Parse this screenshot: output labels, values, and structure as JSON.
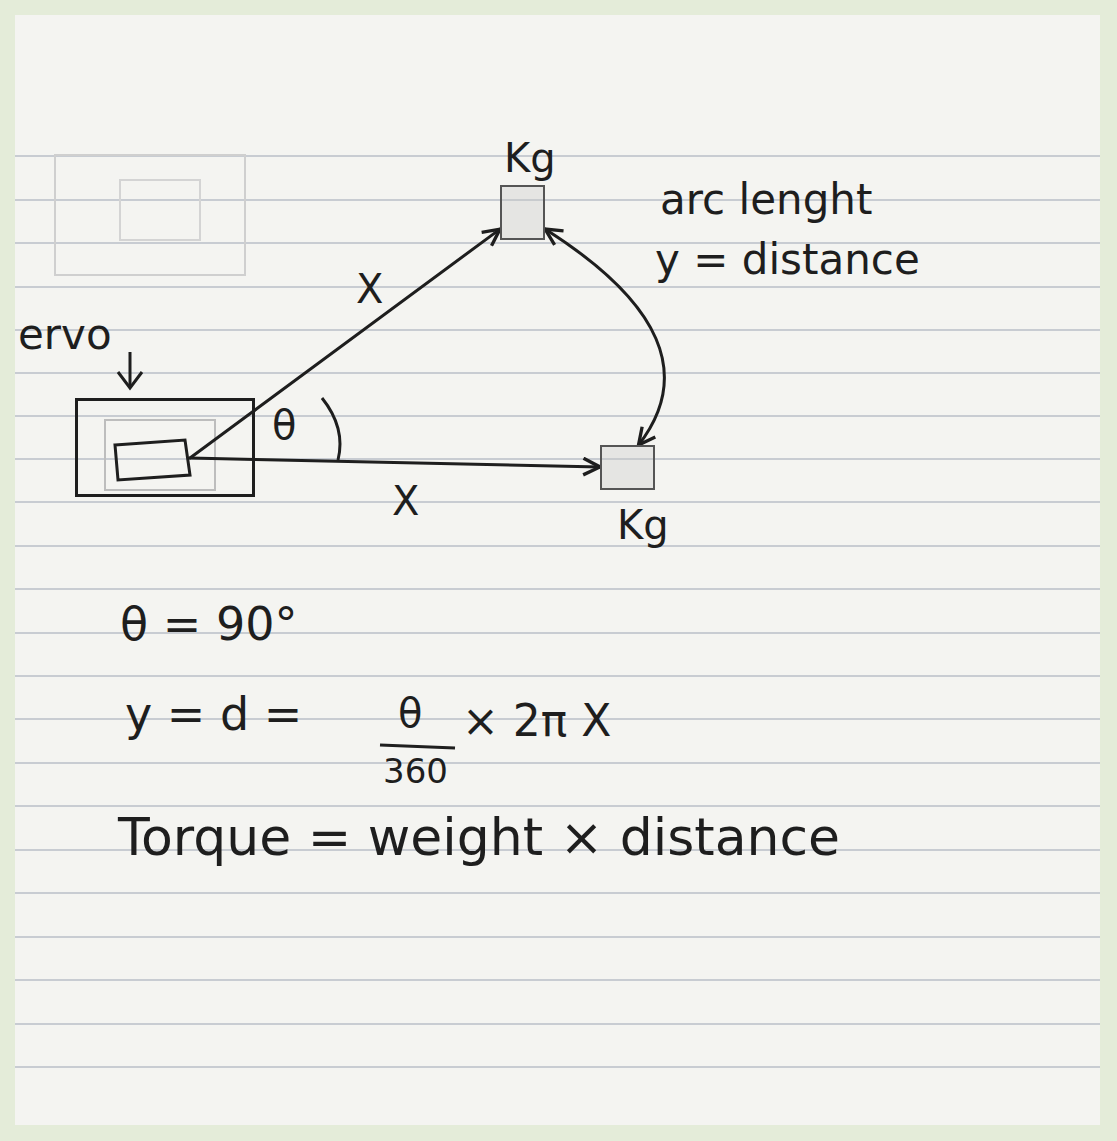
{
  "diagram": {
    "nodes": [
      {
        "text": [
          "ervo"
        ]
      },
      {
        "text": [
          "Kg"
        ]
      },
      {
        "text": [
          "Kg"
        ]
      }
    ],
    "edges": [
      {
        "from": 0,
        "to": 1,
        "arrow": "to",
        "label": "X"
      },
      {
        "from": 0,
        "to": 2,
        "arrow": "to",
        "label": "X"
      },
      {
        "from": 1,
        "to": 2,
        "arrow": "both"
      }
    ],
    "labels": [
      "arc lenght",
      "y = distance",
      "θ",
      "θ = 90°",
      "y = d =",
      "θ",
      "360",
      "× 2π X",
      "Torque = weight × distance"
    ]
  }
}
